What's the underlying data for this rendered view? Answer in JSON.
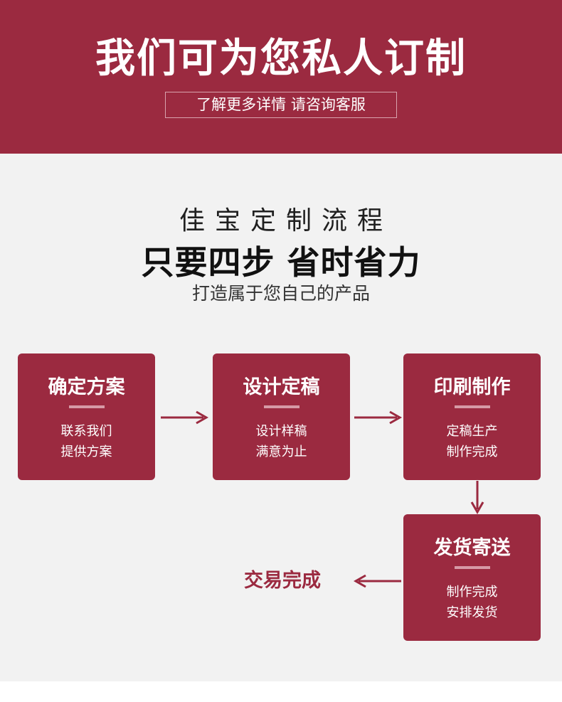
{
  "banner": {
    "title": "我们可为您私人订制",
    "subtitle": "了解更多详情 请咨询客服"
  },
  "section": {
    "heading": "佳宝定制流程",
    "slogan": "只要四步  省时省力",
    "tagline": "打造属于您自己的产品"
  },
  "steps": [
    {
      "title": "确定方案",
      "line1": "联系我们",
      "line2": "提供方案"
    },
    {
      "title": "设计定稿",
      "line1": "设计样稿",
      "line2": "满意为止"
    },
    {
      "title": "印刷制作",
      "line1": "定稿生产",
      "line2": "制作完成"
    },
    {
      "title": "发货寄送",
      "line1": "制作完成",
      "line2": "安排发货"
    }
  ],
  "final_step": "交易完成",
  "colors": {
    "brand": "#9b2a40",
    "background": "#f2f2f2",
    "card_divider": "#d69aa6"
  }
}
